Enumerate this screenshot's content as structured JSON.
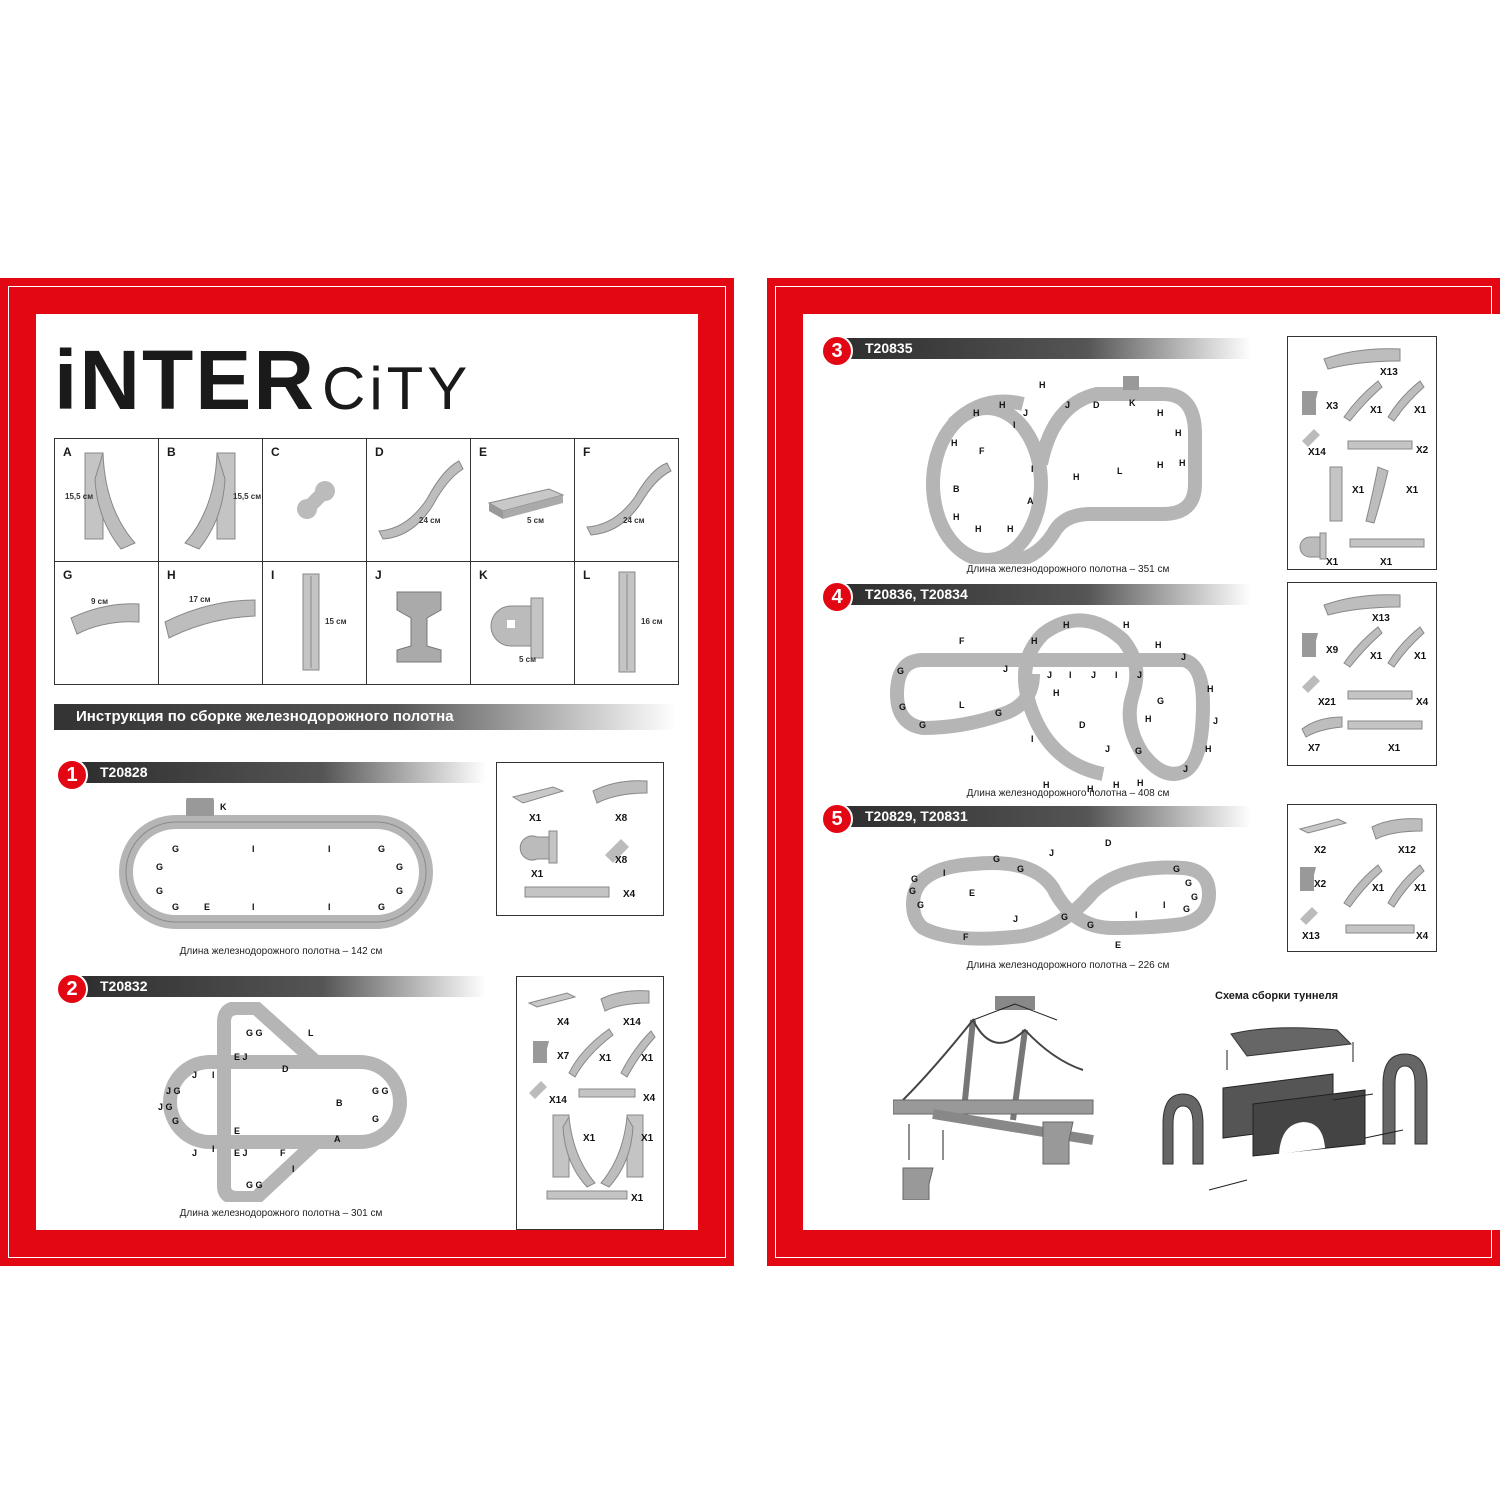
{
  "brand": {
    "logo_main": "iNTER",
    "logo_sub": "CiTY"
  },
  "parts": [
    {
      "id": "A",
      "dim": "15,5 см"
    },
    {
      "id": "B",
      "dim": "15,5 см"
    },
    {
      "id": "C",
      "dim": ""
    },
    {
      "id": "D",
      "dim": "24 см"
    },
    {
      "id": "E",
      "dim": "5 см"
    },
    {
      "id": "F",
      "dim": "24 см"
    },
    {
      "id": "G",
      "dim": "9 см"
    },
    {
      "id": "H",
      "dim": "17 см"
    },
    {
      "id": "I",
      "dim": "15 см"
    },
    {
      "id": "J",
      "dim": ""
    },
    {
      "id": "K",
      "dim": "5 см"
    },
    {
      "id": "L",
      "dim": "16 см"
    }
  ],
  "instructions_title": "Инструкция по сборке железнодорожного полотна",
  "steps": [
    {
      "num": "1",
      "code": "T20828",
      "caption": "Длина железнодорожного полотна – 142 см",
      "counts": [
        "X1",
        "X8",
        "X1",
        "X8",
        "X4"
      ]
    },
    {
      "num": "2",
      "code": "T20832",
      "caption": "Длина железнодорожного полотна – 301 см",
      "counts": [
        "X4",
        "X14",
        "X7",
        "X1",
        "X1",
        "X14",
        "X4",
        "X1",
        "X1",
        "X1"
      ]
    },
    {
      "num": "3",
      "code": "T20835",
      "caption": "Длина железнодорожного полотна – 351 см",
      "counts": [
        "X13",
        "X3",
        "X1",
        "X1",
        "X14",
        "X2",
        "X1",
        "X1",
        "X1",
        "X1"
      ]
    },
    {
      "num": "4",
      "code": "T20836, T20834",
      "caption": "Длина железнодорожного полотна – 408 см",
      "counts": [
        "X13",
        "X9",
        "X1",
        "X1",
        "X21",
        "X4",
        "X7",
        "X1"
      ]
    },
    {
      "num": "5",
      "code": "T20829, T20831",
      "caption": "Длина железнодорожного полотна – 226 см",
      "counts": [
        "X2",
        "X12",
        "X2",
        "X1",
        "X1",
        "X13",
        "X4"
      ]
    }
  ],
  "tunnel_title": "Схема сборки туннеля",
  "colors": {
    "accent": "#e30613",
    "dark": "#333333",
    "track": "#b5b5b5"
  }
}
